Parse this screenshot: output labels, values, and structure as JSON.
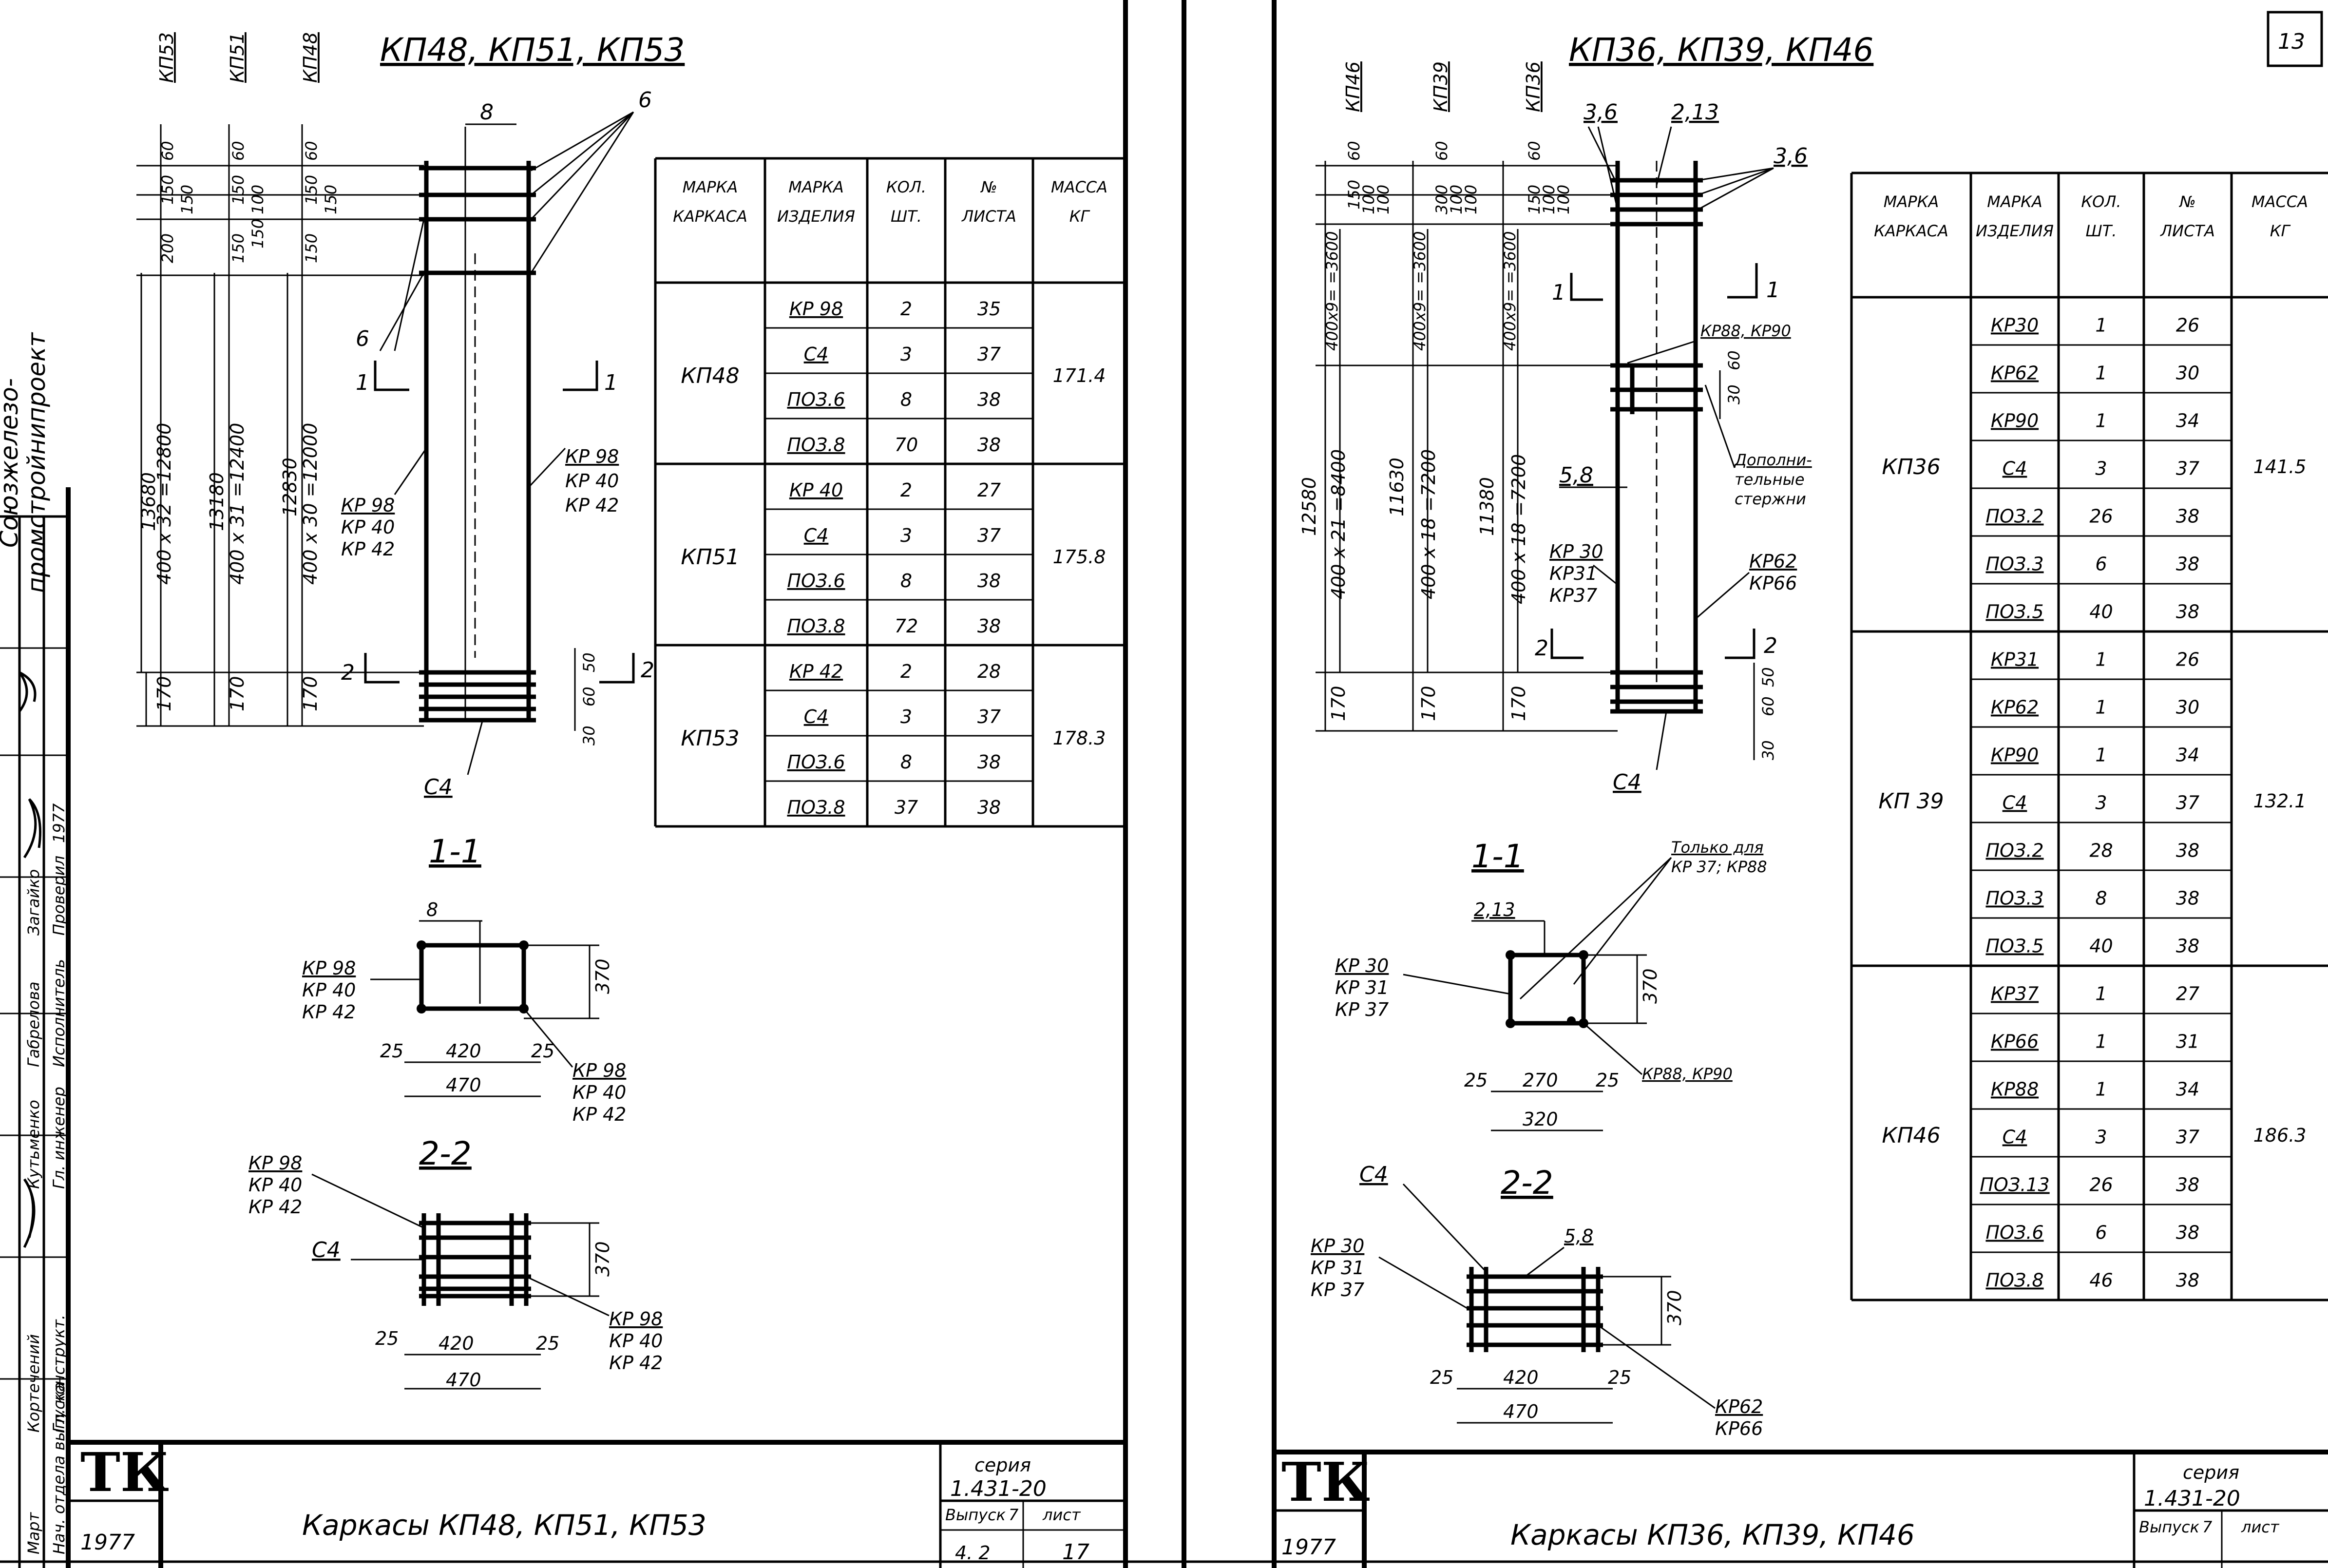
{
  "left_sheet": {
    "stamp": {
      "org_lines": [
        "Союзжелезо-",
        "промстройнипроект"
      ],
      "roles": [
        "Гл. инженер",
        "Исполнитель",
        "Проверил",
        "Гл. конструкт.",
        "Нач. отдела выпуска"
      ],
      "names": [
        "Кутьменко",
        "Габрелова",
        "Загайко",
        "Кортечений",
        "Март"
      ],
      "year_cell": "1977"
    },
    "title": "КП48, КП51, КП53",
    "elevation": {
      "top_dims": [
        "60",
        "150",
        "150",
        "200"
      ],
      "top_dims_b": [
        "60",
        "150",
        "100",
        "150",
        "150"
      ],
      "top_dims_c": [
        "60",
        "150",
        "150",
        "150"
      ],
      "overall": [
        "13680",
        "13180",
        "12830"
      ],
      "spans": [
        "400 x 32 =12800",
        "400 x 31 =12400",
        "400 x 30 =12000"
      ],
      "bottom": [
        "170",
        "170",
        "170"
      ],
      "col_labels": [
        "КП53",
        "КП51",
        "КП48"
      ],
      "label_8": "8",
      "label_6a": "6",
      "label_6b": "6",
      "section_1": "1",
      "section_2": "2",
      "cp_right": [
        "КР 98",
        "КР 40",
        "КР 42"
      ],
      "cp_left": [
        "КР 98",
        "КР 40",
        "КР 42"
      ],
      "c4": "С4",
      "right_dims": [
        "50",
        "60",
        "30"
      ]
    },
    "section11": {
      "title": "1-1",
      "label_8": "8",
      "cp_left": [
        "КР 98",
        "КР 40",
        "КР 42"
      ],
      "cp_right": [
        "КР 98",
        "КР 40",
        "КР 42"
      ],
      "dims": [
        "25",
        "420",
        "25",
        "470",
        "370"
      ]
    },
    "section22": {
      "title": "2-2",
      "cp_left": [
        "КР 98",
        "КР 40",
        "КР 42"
      ],
      "c4": "С4",
      "cp_right": [
        "КР 98",
        "КР 40",
        "КР 42"
      ],
      "dims": [
        "25",
        "420",
        "25",
        "470",
        "370"
      ]
    },
    "table": {
      "headers": [
        "МАРКА КАРКАСА",
        "МАРКА ИЗДЕЛИЯ",
        "КОЛ. ШТ.",
        "№ ЛИСТА",
        "МАССА КГ"
      ],
      "groups": [
        {
          "mark": "КП48",
          "mass": "171.4",
          "rows": [
            [
              "КР 98",
              "2",
              "35"
            ],
            [
              "С4",
              "3",
              "37"
            ],
            [
              "ПОЗ.6",
              "8",
              "38"
            ],
            [
              "ПОЗ.8",
              "70",
              "38"
            ]
          ]
        },
        {
          "mark": "КП51",
          "mass": "175.8",
          "rows": [
            [
              "КР 40",
              "2",
              "27"
            ],
            [
              "С4",
              "3",
              "37"
            ],
            [
              "ПОЗ.6",
              "8",
              "38"
            ],
            [
              "ПОЗ.8",
              "72",
              "38"
            ]
          ]
        },
        {
          "mark": "КП53",
          "mass": "178.3",
          "rows": [
            [
              "КР 42",
              "2",
              "28"
            ],
            [
              "С4",
              "3",
              "37"
            ],
            [
              "ПОЗ.6",
              "8",
              "38"
            ],
            [
              "ПОЗ.8",
              "37",
              "38"
            ]
          ]
        }
      ]
    },
    "title_block": {
      "logo": "ТК",
      "year": "1977",
      "name": "Каркасы КП48, КП51, КП53",
      "series_label": "серия",
      "series": "1.431-20",
      "issue_label": "Выпуск",
      "issue": "4. 2",
      "sheet_label": "лист",
      "sheet": "17",
      "issue_no": "7"
    }
  },
  "right_sheet": {
    "title": "КП36, КП39, КП46",
    "corner_no": "13",
    "elevation": {
      "col_labels": [
        "КП46",
        "КП39",
        "КП36"
      ],
      "top_dims": [
        "60",
        "150",
        "100",
        "100"
      ],
      "top_dims_b": [
        "60",
        "300",
        "100",
        "100"
      ],
      "top_dims_c": [
        "60",
        "150",
        "100",
        "100"
      ],
      "step_labels": [
        "400x9= =3600",
        "400x9= =3600",
        "400x9= =3600"
      ],
      "overall": [
        "12580",
        "11630",
        "11380"
      ],
      "spans": [
        "400 x 21 =8400",
        "400 x 18 =7200",
        "400 x 18 =7200"
      ],
      "bottom": [
        "170",
        "170",
        "170"
      ],
      "label_36a": "3,6",
      "label_213": "2,13",
      "label_36b": "3,6",
      "label_58": "5,8",
      "section_1": "1",
      "section_2": "2",
      "kr88": "КР88, КР90",
      "extra": [
        "Дополни-",
        "тельные",
        "стержни"
      ],
      "kr62": [
        "КР62",
        "КР66"
      ],
      "kr30": [
        "КР 30",
        "КР31",
        "КР37"
      ],
      "c4": "С4",
      "right_dims": [
        "30",
        "60",
        "50",
        "60",
        "30"
      ]
    },
    "section11": {
      "title": "1-1",
      "note": [
        "Только для",
        "КР 37; КР88"
      ],
      "label_213": "2,13",
      "cp_left": [
        "КР 30",
        "КР 31",
        "КР 37"
      ],
      "kr88": "КР88, КР90",
      "dims": [
        "25",
        "270",
        "25",
        "320",
        "370"
      ]
    },
    "section22": {
      "title": "2-2",
      "c4": "С4",
      "label_58": "5,8",
      "cp_left": [
        "КР 30",
        "КР 31",
        "КР 37"
      ],
      "kr62": [
        "КР62",
        "КР66"
      ],
      "dims": [
        "25",
        "420",
        "25",
        "470",
        "370"
      ]
    },
    "table": {
      "headers": [
        "МАРКА КАРКАСА",
        "МАРКА ИЗДЕЛИЯ",
        "КОЛ. ШТ.",
        "№ ЛИСТА",
        "МАССА КГ"
      ],
      "groups": [
        {
          "mark": "КП36",
          "mass": "141.5",
          "rows": [
            [
              "КР30",
              "1",
              "26"
            ],
            [
              "КР62",
              "1",
              "30"
            ],
            [
              "КР90",
              "1",
              "34"
            ],
            [
              "С4",
              "3",
              "37"
            ],
            [
              "ПОЗ.2",
              "26",
              "38"
            ],
            [
              "ПОЗ.3",
              "6",
              "38"
            ],
            [
              "ПОЗ.5",
              "40",
              "38"
            ]
          ]
        },
        {
          "mark": "КП 39",
          "mass": "132.1",
          "rows": [
            [
              "КР31",
              "1",
              "26"
            ],
            [
              "КР62",
              "1",
              "30"
            ],
            [
              "КР90",
              "1",
              "34"
            ],
            [
              "С4",
              "3",
              "37"
            ],
            [
              "ПОЗ.2",
              "28",
              "38"
            ],
            [
              "ПОЗ.3",
              "8",
              "38"
            ],
            [
              "ПОЗ.5",
              "40",
              "38"
            ]
          ]
        },
        {
          "mark": "КП46",
          "mass": "186.3",
          "rows": [
            [
              "КР37",
              "1",
              "27"
            ],
            [
              "КР66",
              "1",
              "31"
            ],
            [
              "КР88",
              "1",
              "34"
            ],
            [
              "С4",
              "3",
              "37"
            ],
            [
              "ПОЗ.13",
              "26",
              "38"
            ],
            [
              "ПОЗ.6",
              "6",
              "38"
            ],
            [
              "ПОЗ.8",
              "46",
              "38"
            ]
          ]
        }
      ]
    },
    "title_block": {
      "logo": "ТК",
      "year": "1977",
      "name": "Каркасы КП36, КП39, КП46",
      "series_label": "серия",
      "series": "1.431-20",
      "issue_label": "Выпуск",
      "issue_no": "7",
      "sheet_label": "лист"
    }
  }
}
